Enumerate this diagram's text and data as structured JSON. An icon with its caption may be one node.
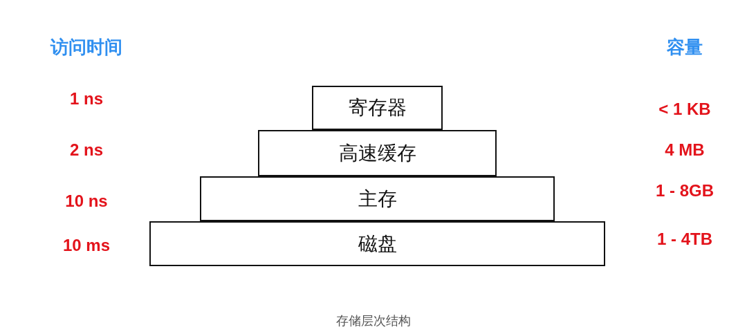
{
  "diagram": {
    "caption": "存储层次结构",
    "nodes": [
      {
        "text": [
          "寄存器"
        ]
      },
      {
        "text": [
          "高速缓存"
        ]
      },
      {
        "text": [
          "主存"
        ]
      },
      {
        "text": [
          "磁盘"
        ]
      }
    ],
    "labels": [
      "访问时间",
      "容量",
      "1 ns",
      "< 1 KB",
      "2 ns",
      "4 MB",
      "10 ns",
      "1 - 8GB",
      "10 ms",
      "1 - 4TB"
    ]
  }
}
